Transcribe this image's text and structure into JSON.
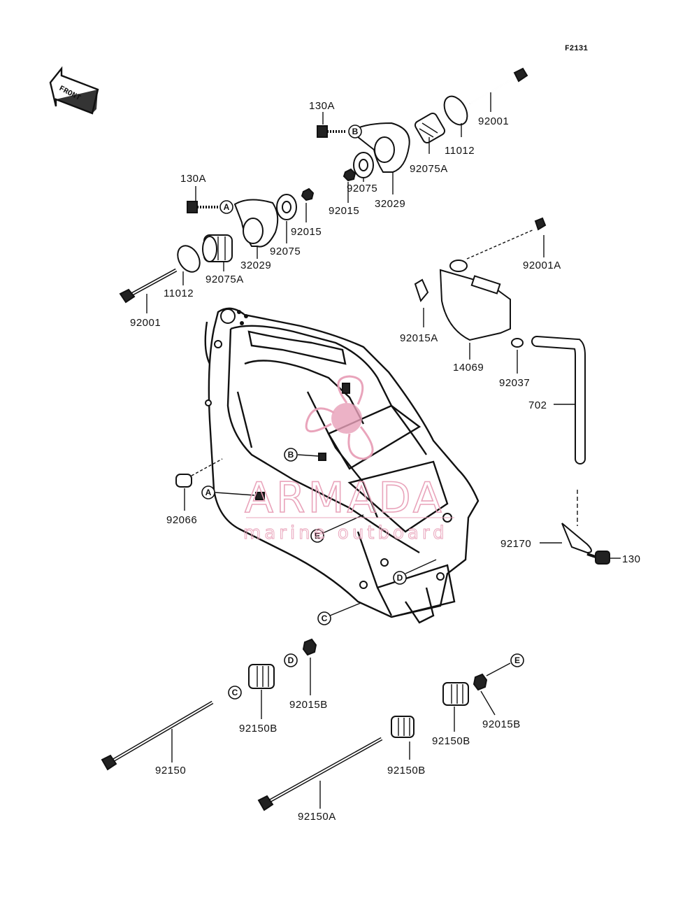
{
  "figure_code": "F2131",
  "front_label": "FRONT",
  "watermark": {
    "brand": "ARMADA",
    "tagline": "marine outboard",
    "color": "#e8a0b8"
  },
  "callouts": [
    "A",
    "B",
    "C",
    "D",
    "E"
  ],
  "part_labels": {
    "p130a_top": "130A",
    "p92001_top": "92001",
    "p11012_top": "11012",
    "p92075a_top": "92075A",
    "p92075_top": "92075",
    "p32029_top": "32029",
    "p92015_top": "92015",
    "p130a_left": "130A",
    "p92015_left": "92015",
    "p92075_left": "92075",
    "p32029_left": "32029",
    "p92075a_left": "92075A",
    "p11012_left": "11012",
    "p92001_left": "92001",
    "p92001a": "92001A",
    "p92015a": "92015A",
    "p14069": "14069",
    "p92037": "92037",
    "p702": "702",
    "p92066": "92066",
    "p92170": "92170",
    "p130": "130",
    "p92015b_left": "92015B",
    "p92150b_left": "92150B",
    "p92150": "92150",
    "p92150b_mid": "92150B",
    "p92150a": "92150A",
    "p92150b_right": "92150B",
    "p92015b_right": "92015B"
  }
}
